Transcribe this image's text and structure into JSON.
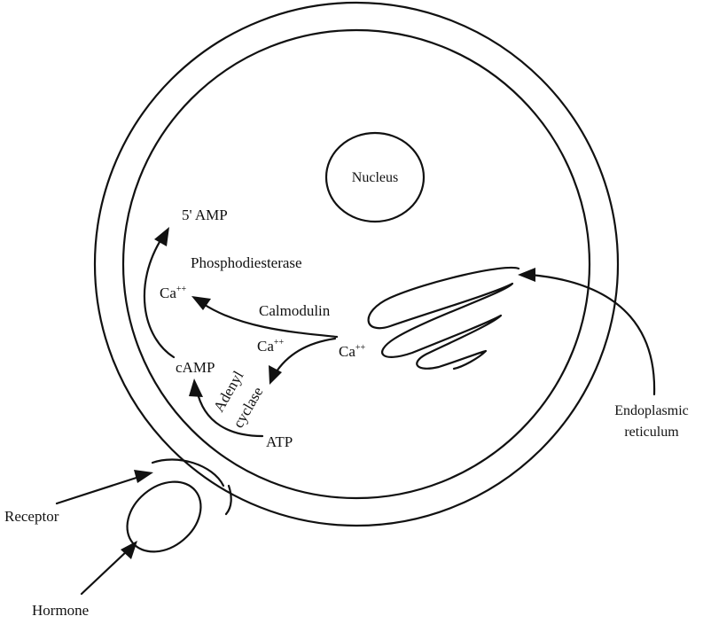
{
  "diagram": {
    "labels": {
      "nucleus": "Nucleus",
      "amp5": "5' AMP",
      "phosphodiesterase": "Phosphodiesterase",
      "ca_left": "Ca",
      "ca_left_sup": "++",
      "calmodulin": "Calmodulin",
      "ca_mid": "Ca",
      "ca_mid_sup": "++",
      "ca_er": "Ca",
      "ca_er_sup": "++",
      "camp": "cAMP",
      "adenyl": "Adenyl",
      "cyclase": "cyclase",
      "atp": "ATP",
      "endoplasmic": "Endoplasmic",
      "reticulum": "reticulum",
      "receptor": "Receptor",
      "hormone": "Hormone"
    }
  }
}
